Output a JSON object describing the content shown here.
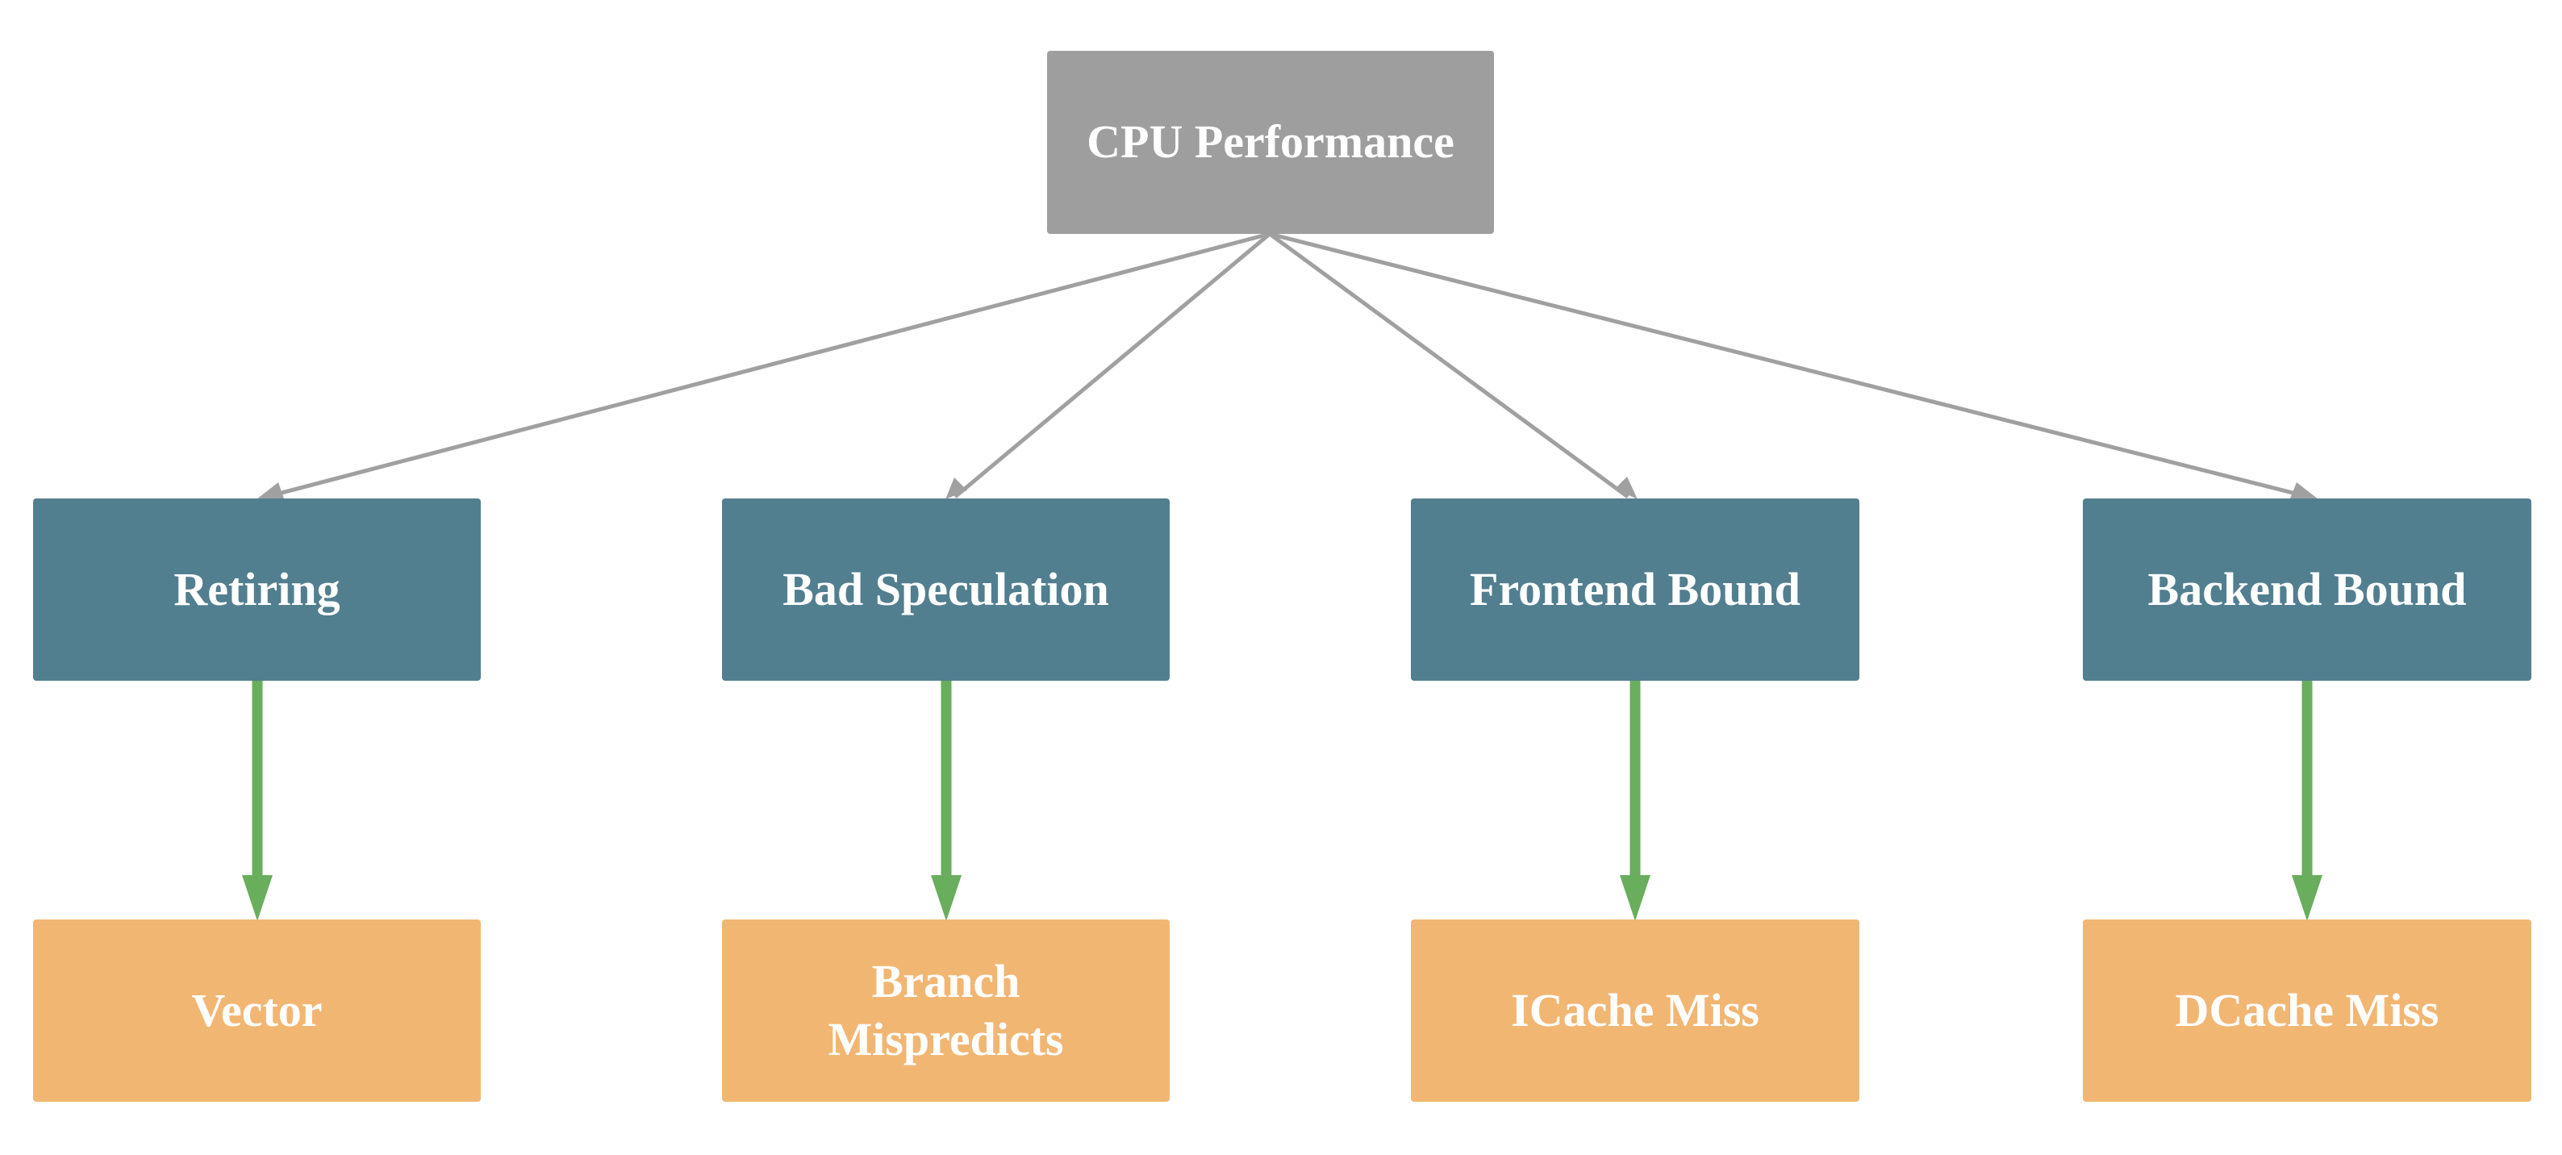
{
  "colors": {
    "root_fill": "#9e9e9e",
    "category_fill": "#527f8f",
    "leaf_fill": "#f2b673",
    "root_edge": "#a0a0a0",
    "leaf_edge": "#69ae5c",
    "text": "#ffffff"
  },
  "root": {
    "label": "CPU Performance"
  },
  "categories": [
    {
      "label": "Retiring"
    },
    {
      "label": "Bad Speculation"
    },
    {
      "label": "Frontend Bound"
    },
    {
      "label": "Backend Bound"
    }
  ],
  "leaves": [
    {
      "label": "Vector"
    },
    {
      "label": "Branch Mispredicts"
    },
    {
      "label": "ICache Miss"
    },
    {
      "label": "DCache Miss"
    }
  ]
}
